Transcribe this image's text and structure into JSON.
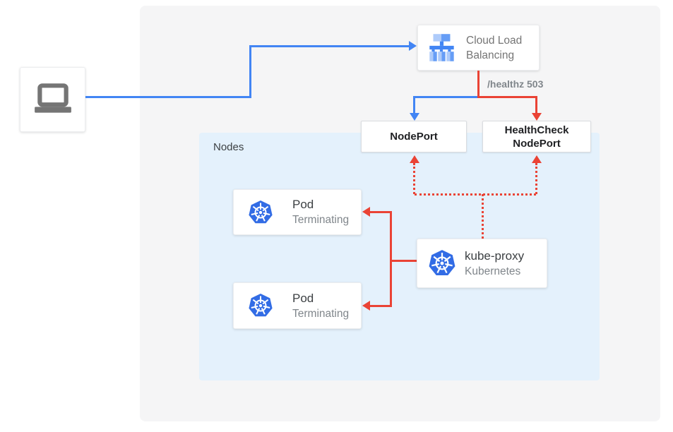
{
  "diagram": {
    "client": {
      "icon": "laptop-icon"
    },
    "cloud_load_balancing": {
      "label": "Cloud Load Balancing",
      "icon": "cloud-load-balancing-icon"
    },
    "healthz_badge": "/healthz 503",
    "nodeport": {
      "label": "NodePort"
    },
    "healthcheck_nodeport": {
      "label": "HealthCheck NodePort"
    },
    "nodes_panel": {
      "label": "Nodes"
    },
    "pods": [
      {
        "title": "Pod",
        "status": "Terminating",
        "icon": "kubernetes-icon"
      },
      {
        "title": "Pod",
        "status": "Terminating",
        "icon": "kubernetes-icon"
      }
    ],
    "kube_proxy": {
      "title": "kube-proxy",
      "subtitle": "Kubernetes",
      "icon": "kubernetes-icon"
    },
    "colors": {
      "traffic_blue": "#4285F4",
      "error_red": "#EA4335",
      "kubernetes_blue": "#326CE5",
      "nodes_panel_bg": "#E4F1FC",
      "canvas_bg": "#F5F5F6",
      "muted_text": "#80868B"
    }
  }
}
